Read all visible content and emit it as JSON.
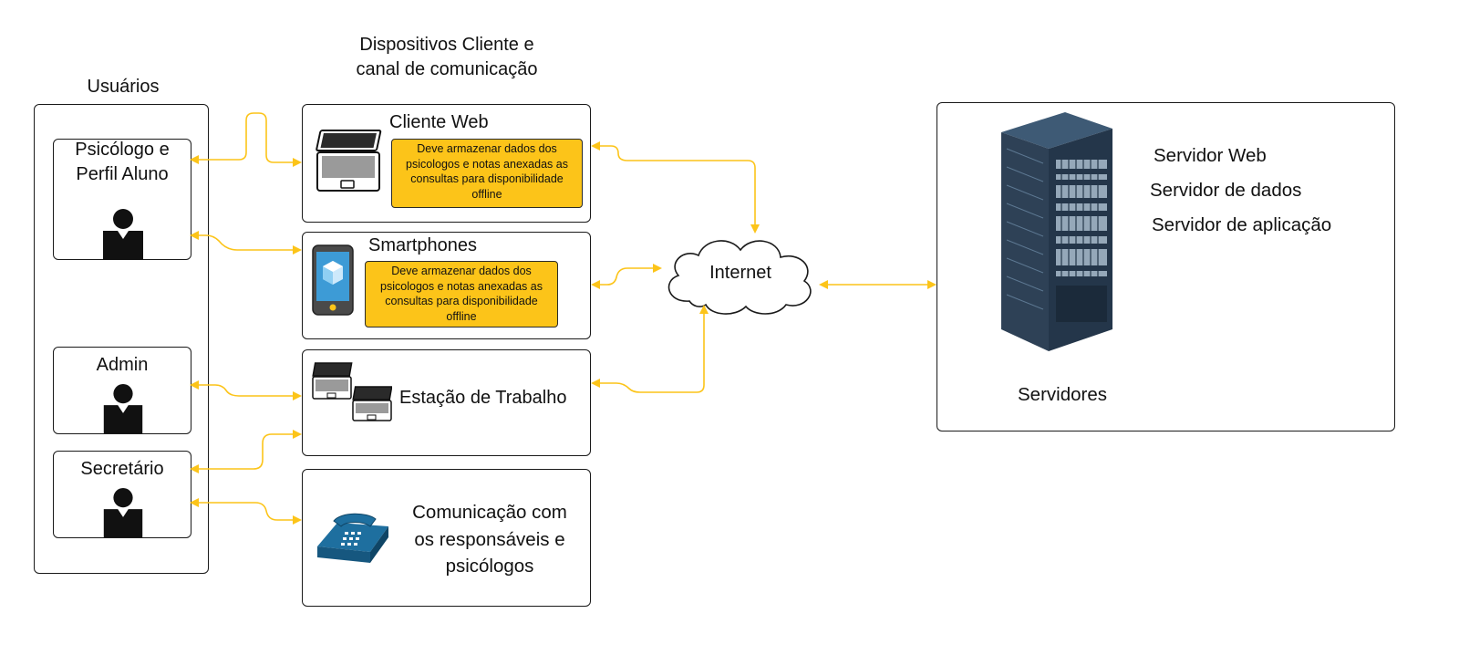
{
  "headers": {
    "usuarios": "Usuários",
    "dispositivos": [
      "Dispositivos Cliente e",
      "canal de comunicação"
    ]
  },
  "users": {
    "psicologo": [
      "Psicólogo e",
      "Perfil Aluno"
    ],
    "admin": "Admin",
    "secretario": "Secretário"
  },
  "devices": {
    "cliente_web": {
      "title": "Cliente Web",
      "note": [
        "Deve armazenar dados dos",
        "psicologos e notas anexadas as",
        "consultas para disponibilidade",
        "offline"
      ]
    },
    "smartphones": {
      "title": "Smartphones",
      "note": [
        "Deve armazenar dados dos",
        "psicologos e notas anexadas as",
        "consultas para disponibilidade",
        "offline"
      ]
    },
    "estacao": {
      "title": "Estação de Trabalho"
    },
    "comunicacao": {
      "title": [
        "Comunicação com",
        "os responsáveis e",
        "psicólogos"
      ]
    }
  },
  "network": {
    "internet": "Internet"
  },
  "servers": {
    "items": [
      "Servidor Web",
      "Servidor de dados",
      "Servidor de aplicação"
    ],
    "label": "Servidores"
  },
  "colors": {
    "connector": "#fcc419",
    "note_fill": "#fcc419",
    "border": "#1a1a1a",
    "person": "#111111",
    "phone_blue": "#1e6f9f",
    "rack": "#2e4156"
  }
}
